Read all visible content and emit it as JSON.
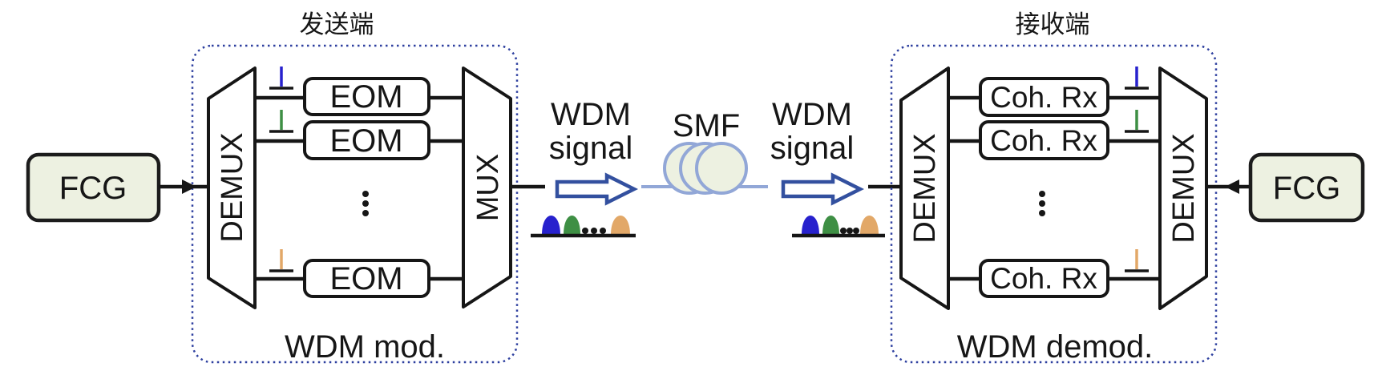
{
  "transmitter": {
    "title": "发送端",
    "caption": "WDM mod.",
    "fcg_label": "FCG",
    "demux_label": "DEMUX",
    "mux_label": "MUX",
    "eom_labels": [
      "EOM",
      "EOM",
      "EOM"
    ]
  },
  "link": {
    "wdm_signal_left": {
      "line1": "WDM",
      "line2": "signal"
    },
    "smf_label": "SMF",
    "wdm_signal_right": {
      "line1": "WDM",
      "line2": "signal"
    }
  },
  "receiver": {
    "title": "接收端",
    "caption": "WDM demod.",
    "fcg_label": "FCG",
    "demux_signal_label": "DEMUX",
    "demux_lo_label": "DEMUX",
    "coh_rx_labels": [
      "Coh. Rx",
      "Coh. Rx",
      "Coh. Rx"
    ]
  },
  "colors": {
    "wire": "#161616",
    "dashed_border": "#2d3f9f",
    "arrow_blue": "#33509f",
    "fiber_blue": "#92a7d7",
    "device_fill": "#edf1e1",
    "channel_blue": "#2721cd",
    "channel_green": "#3e8f44",
    "channel_orange": "#e2a868"
  }
}
